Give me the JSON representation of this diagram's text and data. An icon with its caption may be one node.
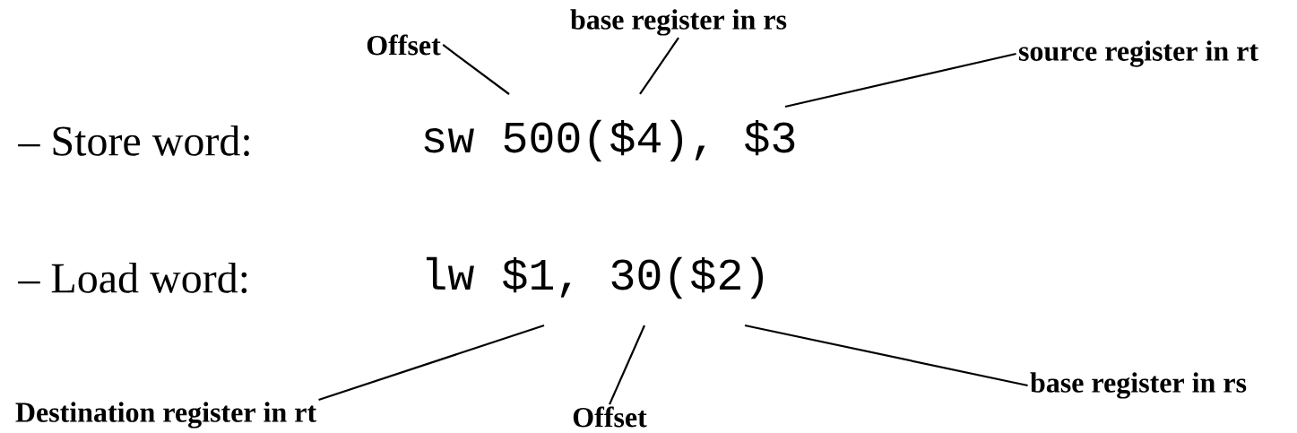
{
  "diagram": {
    "nodes": [
      {
        "text": [
          "Offset"
        ]
      },
      {
        "text": [
          "base register in rs"
        ]
      },
      {
        "text": [
          "source register in rt"
        ]
      },
      {
        "text": [
          "sw 500($4), $3"
        ]
      },
      {
        "text": [
          "lw $1, 30($2)"
        ]
      },
      {
        "text": [
          "Destination register in rt"
        ]
      },
      {
        "text": [
          "Offset"
        ]
      },
      {
        "text": [
          "base register in rs"
        ]
      }
    ],
    "edges": [
      {
        "from": 0,
        "to": 3,
        "arrow": "none"
      },
      {
        "from": 1,
        "to": 3,
        "arrow": "none"
      },
      {
        "from": 2,
        "to": 3,
        "arrow": "none"
      },
      {
        "from": 5,
        "to": 4,
        "arrow": "none"
      },
      {
        "from": 6,
        "to": 4,
        "arrow": "none"
      },
      {
        "from": 7,
        "to": 4,
        "arrow": "none"
      }
    ],
    "labels": [
      "– Store word:",
      "– Load word:"
    ]
  }
}
